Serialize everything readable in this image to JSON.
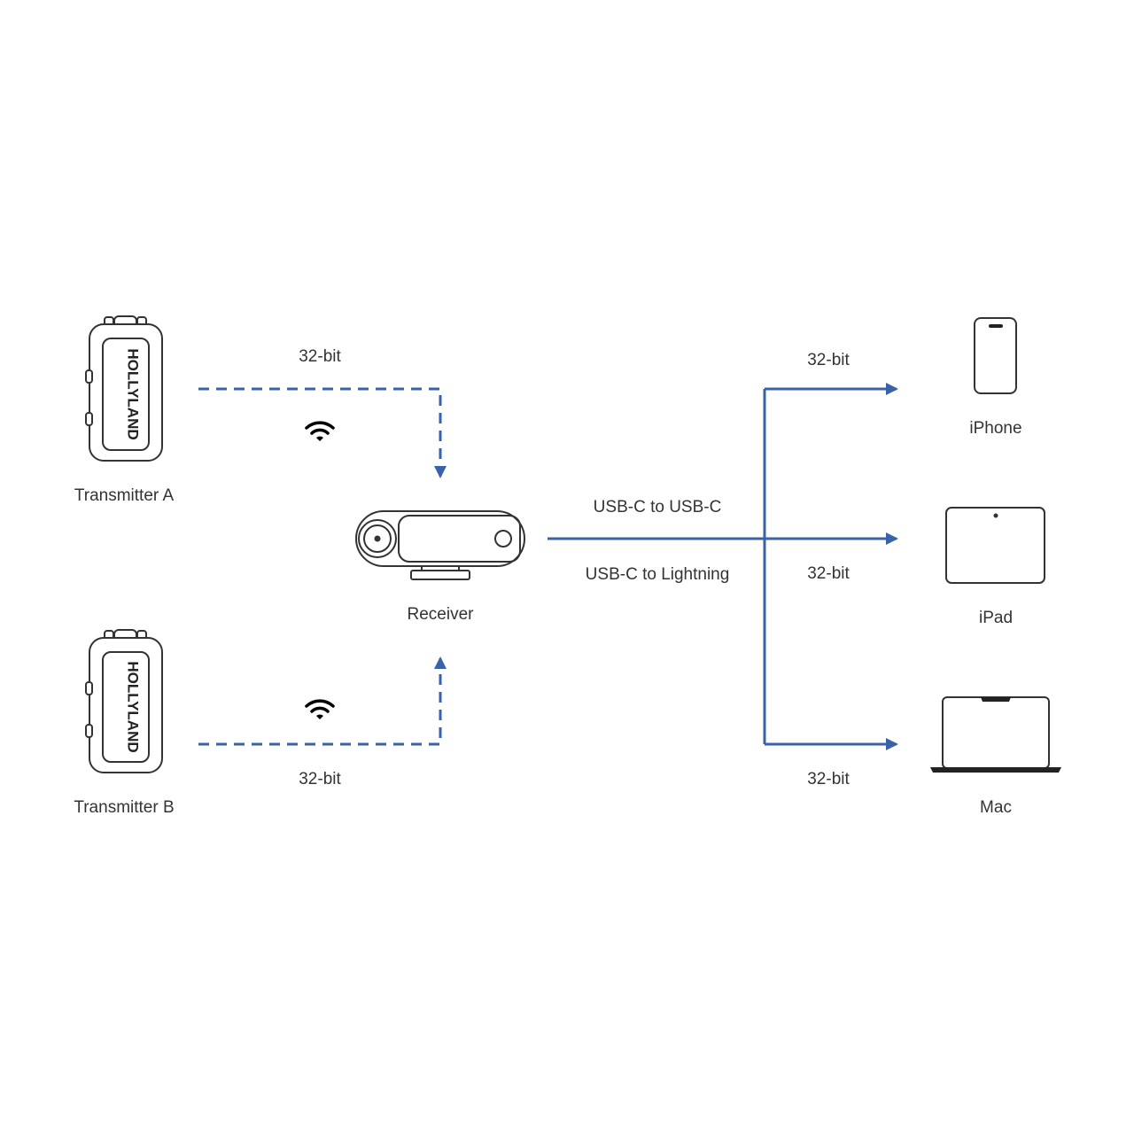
{
  "colors": {
    "wire": "#3a62a8",
    "ink": "#333333",
    "device_dark": "#222222"
  },
  "nodes": {
    "transmitter_a": {
      "label": "Transmitter A",
      "brand": "HOLLYLAND"
    },
    "transmitter_b": {
      "label": "Transmitter B",
      "brand": "HOLLYLAND"
    },
    "receiver": {
      "label": "Receiver"
    },
    "iphone": {
      "label": "iPhone"
    },
    "ipad": {
      "label": "iPad"
    },
    "mac": {
      "label": "Mac"
    }
  },
  "edges": {
    "tx_a_to_receiver": {
      "label": "32-bit",
      "style": "dashed",
      "icon": "wifi-icon"
    },
    "tx_b_to_receiver": {
      "label": "32-bit",
      "style": "dashed",
      "icon": "wifi-icon"
    },
    "receiver_out": {
      "label_top": "USB-C to USB-C",
      "label_bottom": "USB-C to Lightning",
      "style": "solid"
    },
    "to_iphone": {
      "label": "32-bit"
    },
    "to_ipad": {
      "label": "32-bit"
    },
    "to_mac": {
      "label": "32-bit"
    }
  }
}
